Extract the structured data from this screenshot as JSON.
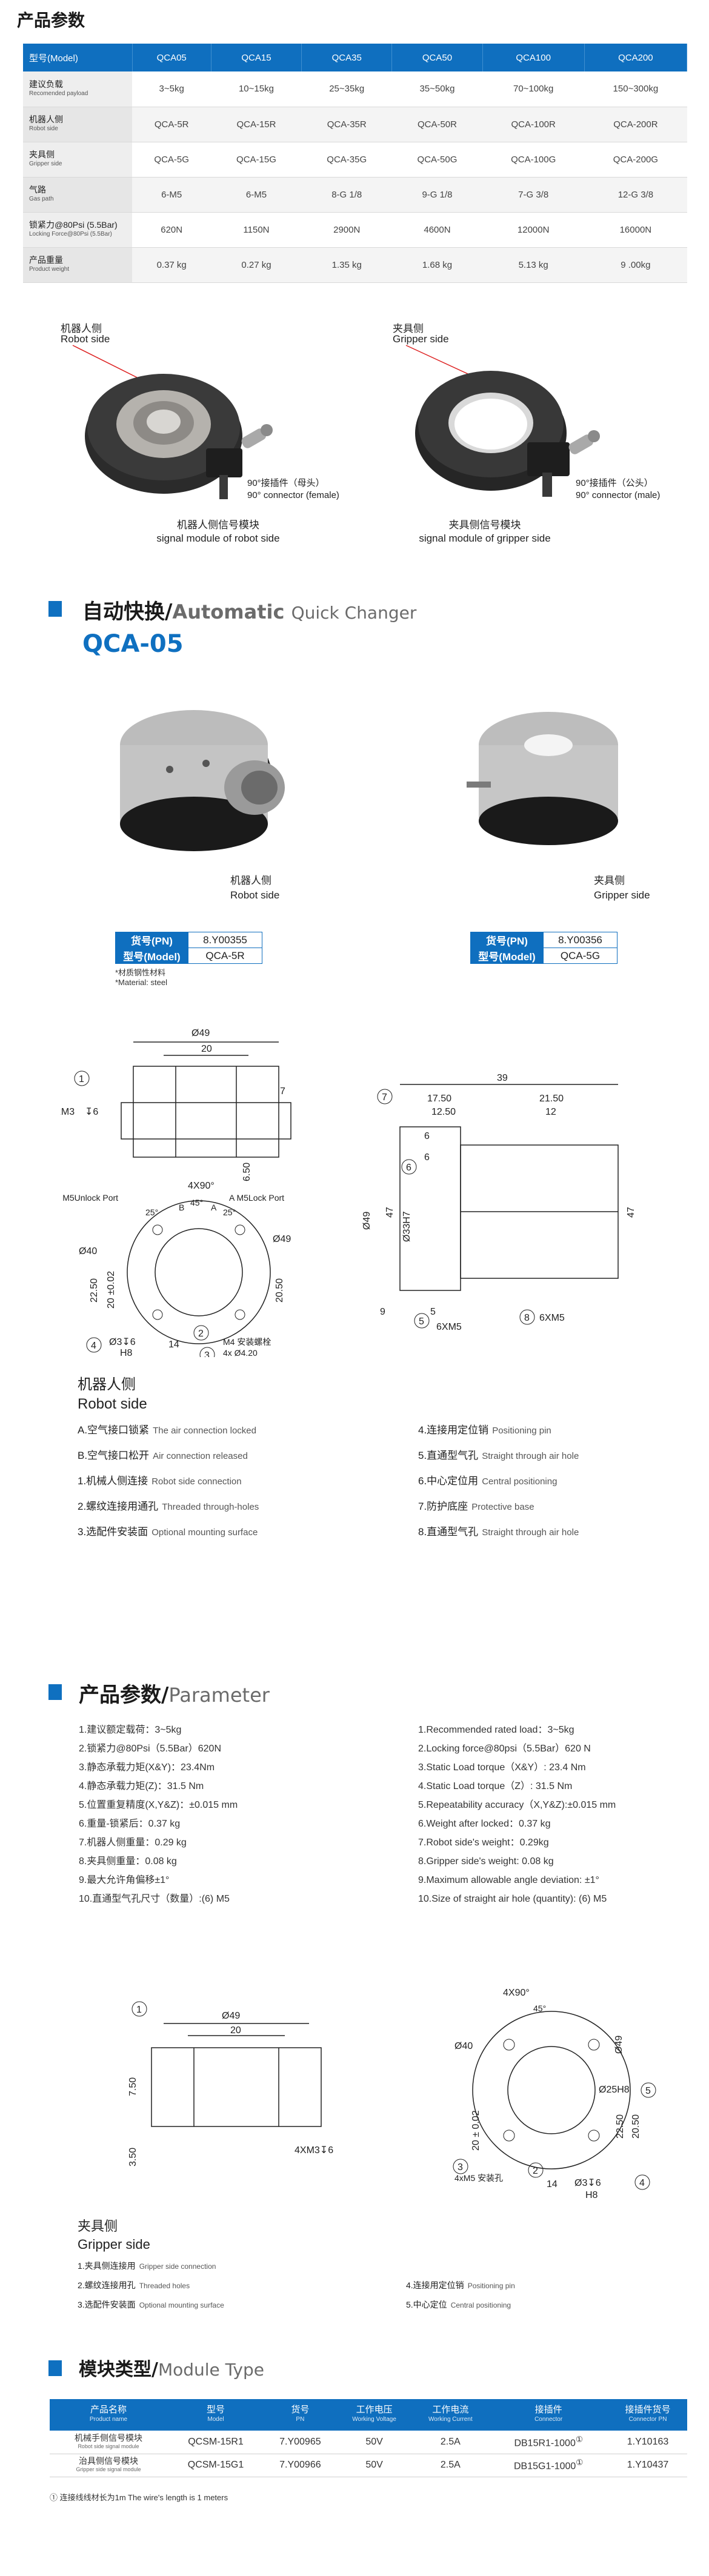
{
  "spec": {
    "title": "产品参数",
    "headers": [
      "型号(Model)",
      "QCA05",
      "QCA15",
      "QCA35",
      "QCA50",
      "QCA100",
      "QCA200"
    ],
    "rows": [
      {
        "cn": "建议负载",
        "en": "Recomended payload",
        "values": [
          "3~5kg",
          "10~15kg",
          "25~35kg",
          "35~50kg",
          "70~100kg",
          "150~300kg"
        ]
      },
      {
        "cn": "机器人侧",
        "en": "Robot side",
        "values": [
          "QCA-5R",
          "QCA-15R",
          "QCA-35R",
          "QCA-50R",
          "QCA-100R",
          "QCA-200R"
        ]
      },
      {
        "cn": "夹具侧",
        "en": "Gripper side",
        "values": [
          "QCA-5G",
          "QCA-15G",
          "QCA-35G",
          "QCA-50G",
          "QCA-100G",
          "QCA-200G"
        ]
      },
      {
        "cn": "气路",
        "en": "Gas path",
        "values": [
          "6-M5",
          "6-M5",
          "8-G 1/8",
          "9-G 1/8",
          "7-G 3/8",
          "12-G 3/8"
        ]
      },
      {
        "cn": "锁紧力@80Psi (5.5Bar)",
        "en": "Locking Force@80Psi (5.5Bar)",
        "values": [
          "620N",
          "1150N",
          "2900N",
          "4600N",
          "12000N",
          "16000N"
        ]
      },
      {
        "cn": "产品重量",
        "en": "Product weight",
        "values": [
          "0.37 kg",
          "0.27 kg",
          "1.35 kg",
          "1.68 kg",
          "5.13 kg",
          "9 .00kg"
        ]
      }
    ]
  },
  "photos_top": {
    "robot_cn": "机器人侧",
    "robot_en": "Robot side",
    "robot_conn_cn": "90°接插件（母头）",
    "robot_conn_en": "90° connector (female)",
    "robot_sig_cn": "机器人侧信号模块",
    "robot_sig_en": "signal module of robot side",
    "gripper_cn": "夹具侧",
    "gripper_en": "Gripper side",
    "gripper_conn_cn": "90°接插件（公头）",
    "gripper_conn_en": "90° connector (male)",
    "gripper_sig_cn": "夹具侧信号模块",
    "gripper_sig_en": "signal module of gripper side"
  },
  "changer": {
    "title_cn": "自动快换/",
    "title_en1": "Automatic ",
    "title_en2": "Quick Changer",
    "model": "QCA-05",
    "robot_cn": "机器人侧",
    "robot_en": "Robot side",
    "gripper_cn": "夹具侧",
    "gripper_en": "Gripper side",
    "pn_label": "货号(PN)",
    "model_label": "型号(Model)",
    "robot_pn": "8.Y00355",
    "robot_model": "QCA-5R",
    "gripper_pn": "8.Y00356",
    "gripper_model": "QCA-5G",
    "material_cn": "*材质钢性材料",
    "material_en": "*Material: steel"
  },
  "drawing1": {
    "dia49": "Ø49",
    "d20": "20",
    "d7": "7",
    "d650": "6.50",
    "thread": "4xM3",
    "thread_depth": "↧6",
    "unlock": "B  M5Unlock  Port",
    "lock": "A  M5Lock  Port",
    "angle90": "4X90°",
    "a25a": "25°",
    "a25b": "25°",
    "a45": "45°",
    "b_tag": "B",
    "a_tag": "A",
    "dia40": "Ø40",
    "d2250": "22.50",
    "d20tol": "20 ±0.02",
    "d2050": "20.50",
    "hole_note": "4x Ø4.20",
    "m4_note": "M4 安装螺栓",
    "pin": "Ø3↧6",
    "h8": "H8",
    "d14": "14",
    "d39": "39",
    "d1750": "17.50",
    "d1250": "12.50",
    "d2150": "21.50",
    "d12": "12",
    "d6": "6",
    "d47": "47",
    "bore": "Ø33H7",
    "d9": "9",
    "d5": "5",
    "six_m5_a": "6XM5",
    "six_m5_b": "6XM5",
    "n1": "1",
    "n2": "2",
    "n3": "3",
    "n4": "4",
    "n5": "5",
    "n6": "6",
    "n7": "7",
    "n8": "8"
  },
  "robot_feat": {
    "cn": "机器人侧",
    "en": "Robot side",
    "left": [
      {
        "cn": "A.空气接口锁紧",
        "en": "The air connection locked"
      },
      {
        "cn": "B.空气接口松开",
        "en": "Air connection released"
      },
      {
        "cn": "1.机械人侧连接",
        "en": "Robot side connection"
      },
      {
        "cn": "2.螺纹连接用通孔",
        "en": "Threaded through-holes"
      },
      {
        "cn": "3.选配件安装面",
        "en": "Optional mounting surface"
      }
    ],
    "right": [
      {
        "cn": "4.连接用定位销",
        "en": "Positioning pin"
      },
      {
        "cn": "5.直通型气孔",
        "en": "Straight through air hole"
      },
      {
        "cn": "6.中心定位用",
        "en": "Central positioning"
      },
      {
        "cn": "7.防护底座",
        "en": "Protective base"
      },
      {
        "cn": "8.直通型气孔",
        "en": "Straight through air hole"
      }
    ]
  },
  "param": {
    "title_cn": "产品参数/",
    "title_en": "Parameter",
    "left": [
      "1.建议额定载荷：3~5kg",
      "2.锁紧力@80Psi（5.5Bar）620N",
      "3.静态承载力矩(X&Y)：23.4Nm",
      "4.静态承载力矩(Z)：31.5 Nm",
      "5.位置重复精度(X,Y&Z)：±0.015 mm",
      "6.重量-锁紧后：0.37 kg",
      "7.机器人侧重量：0.29 kg",
      "8.夹具侧重量：0.08 kg",
      "9.最大允许角偏移±1°",
      "10.直通型气孔尺寸（数量）:(6) M5"
    ],
    "right": [
      "1.Recommended rated load：3~5kg",
      "2.Locking force@80psi（5.5Bar）620 N",
      "3.Static Load torque（X&Y）: 23.4 Nm",
      "4.Static Load torque（Z）: 31.5 Nm",
      "5.Repeatability accuracy（X,Y&Z):±0.015 mm",
      "6.Weight after locked：0.37 kg",
      "7.Robot side's weight：0.29kg",
      "8.Gripper side's weight: 0.08 kg",
      "9.Maximum allowable angle deviation: ±1°",
      "10.Size of straight air hole (quantity): (6) M5"
    ]
  },
  "drawing2": {
    "dia49": "Ø49",
    "d20": "20",
    "d750": "7.50",
    "d350": "3.50",
    "thread": "4XM3↧6",
    "angle90": "4X90°",
    "a45": "45°",
    "dia40": "Ø40",
    "dia49b": "Ø49",
    "bore": "Ø25H8",
    "d20tol": "20 ± 0.02",
    "d2250": "22.50",
    "d2050": "20.50",
    "hole_note": "4xM5 安装孔",
    "pin": "Ø3↧6",
    "h8": "H8",
    "d14": "14",
    "n1": "1",
    "n2": "2",
    "n3": "3",
    "n4": "4",
    "n5": "5"
  },
  "gripper_feat": {
    "cn": "夹具侧",
    "en": "Gripper side",
    "left": [
      {
        "cn": "1.夹具侧连接用",
        "en": "Gripper side connection"
      },
      {
        "cn": "2.螺纹连接用孔",
        "en": "Threaded holes"
      },
      {
        "cn": "3.选配件安装面",
        "en": "Optional mounting surface"
      }
    ],
    "right": [
      {
        "cn": "4.连接用定位销",
        "en": "Positioning pin"
      },
      {
        "cn": "5.中心定位",
        "en": "Central positioning"
      }
    ]
  },
  "module": {
    "title_cn": "模块类型/",
    "title_en": "Module Type",
    "headers": [
      {
        "cn": "产品名称",
        "en": "Product name"
      },
      {
        "cn": "型号",
        "en": "Model"
      },
      {
        "cn": "货号",
        "en": "PN"
      },
      {
        "cn": "工作电压",
        "en": "Working Voltage"
      },
      {
        "cn": "工作电流",
        "en": "Working Current"
      },
      {
        "cn": "接插件",
        "en": "Connector"
      },
      {
        "cn": "接插件货号",
        "en": "Connector PN"
      }
    ],
    "rows": [
      {
        "name_cn": "机械手侧信号模块",
        "name_en": "Robot side signal module",
        "model": "QCSM-15R1",
        "pn": "7.Y00965",
        "voltage": "50V",
        "current": "2.5A",
        "connector": "DB15R1-1000",
        "connector_sup": "①",
        "connector_pn": "1.Y10163"
      },
      {
        "name_cn": "治具侧信号模块",
        "name_en": "Gripper side signal module",
        "model": "QCSM-15G1",
        "pn": "7.Y00966",
        "voltage": "50V",
        "current": "2.5A",
        "connector": "DB15G1-1000",
        "connector_sup": "①",
        "connector_pn": "1.Y10437"
      }
    ],
    "footnote": "① 连接线线材长为1m  The wire's length is 1 meters"
  }
}
